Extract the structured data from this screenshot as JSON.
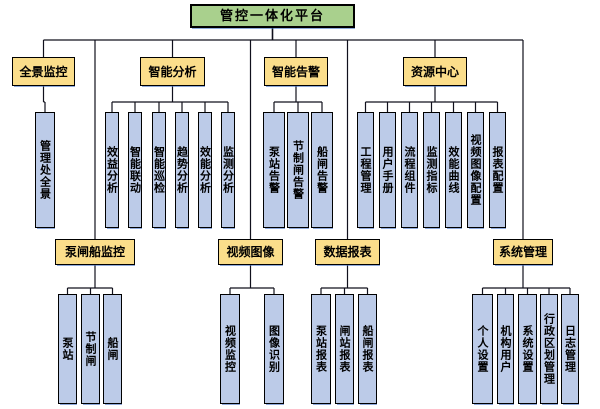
{
  "root": {
    "label": "管控一体化平台"
  },
  "top_groups": [
    {
      "label": "全景监控",
      "children": [
        "管理处全景"
      ]
    },
    {
      "label": "智能分析",
      "children": [
        "效益分析",
        "智能联动",
        "智能巡检",
        "趋势分析",
        "效能分析",
        "监测分析"
      ]
    },
    {
      "label": "智能告警",
      "children": [
        "泵站告警",
        "节制闸告警",
        "船闸告警"
      ]
    },
    {
      "label": "资源中心",
      "children": [
        "工程管理",
        "用户手册",
        "流程组件",
        "监测指标",
        "效能曲线",
        "视频图像配置",
        "报表配置"
      ]
    }
  ],
  "bottom_groups": [
    {
      "label": "泵闸船监控",
      "children": [
        "泵站",
        "节制闸",
        "船闸"
      ]
    },
    {
      "label": "视频图像",
      "children": [
        "视频监控",
        "图像识别"
      ]
    },
    {
      "label": "数据报表",
      "children": [
        "泵站报表",
        "闸站报表",
        "船闸报表"
      ]
    },
    {
      "label": "系统管理",
      "children": [
        "个人设置",
        "机构用户",
        "系统设置",
        "行政区划管理",
        "日志管理"
      ]
    }
  ],
  "colors": {
    "background": "#FFFFFF",
    "root_fill": "#A9D08D",
    "parent_fill": "#FBDE8B",
    "child_fill": "#BCCBE8",
    "border": "#000000",
    "line": "#10101C",
    "shadow": "#4472C4",
    "text": "#000000"
  }
}
